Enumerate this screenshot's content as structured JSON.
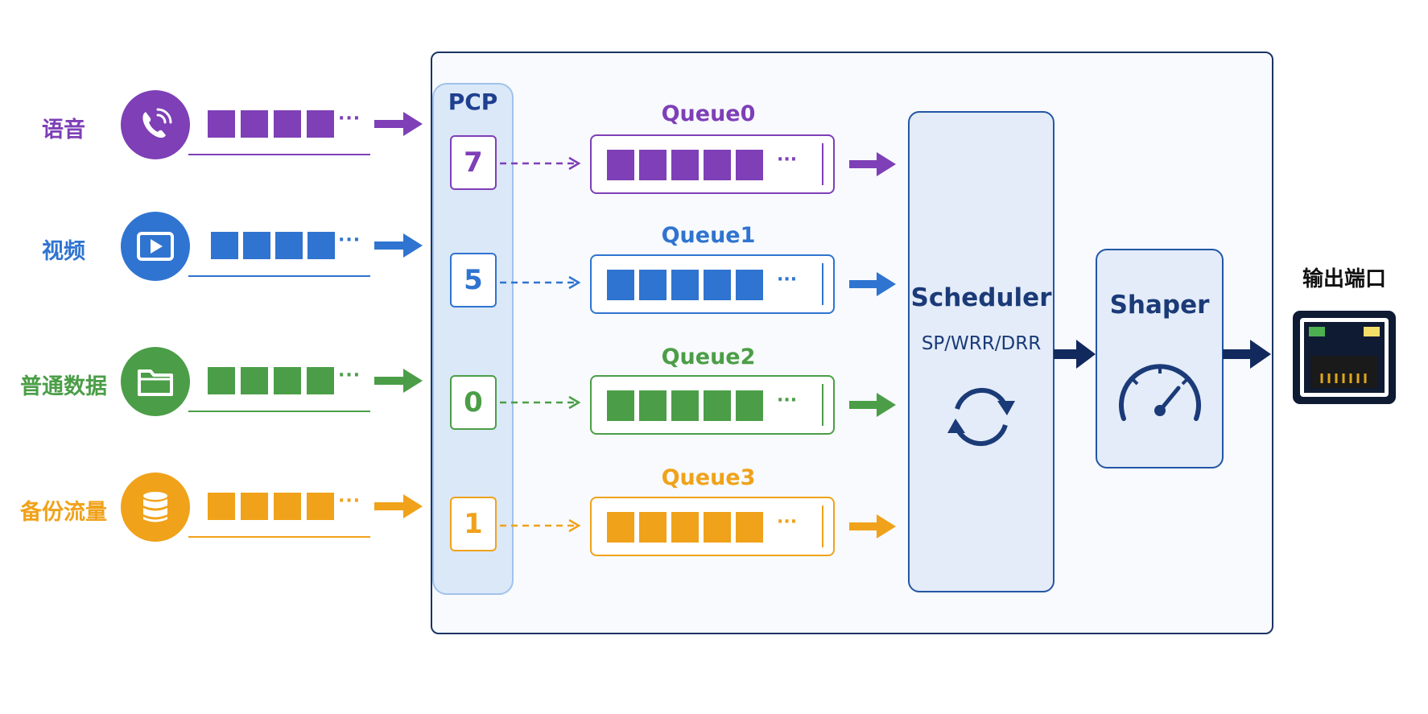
{
  "flows": [
    {
      "label": "语音",
      "color": "#7e3fb7",
      "icon": "phone-call-icon",
      "ellipsis": "···"
    },
    {
      "label": "视频",
      "color": "#2f74d0",
      "icon": "video-play-icon",
      "ellipsis": "···"
    },
    {
      "label": "普通数据",
      "color": "#4b9e47",
      "icon": "folder-icon",
      "ellipsis": "···"
    },
    {
      "label": "备份流量",
      "color": "#f0a21a",
      "icon": "database-icon",
      "ellipsis": "···"
    }
  ],
  "pcp": {
    "title": "PCP",
    "values": [
      "7",
      "5",
      "0",
      "1"
    ]
  },
  "queues": [
    {
      "title": "Queue0",
      "ellipsis": "···"
    },
    {
      "title": "Queue1",
      "ellipsis": "···"
    },
    {
      "title": "Queue2",
      "ellipsis": "···"
    },
    {
      "title": "Queue3",
      "ellipsis": "···"
    }
  ],
  "scheduler": {
    "title": "Scheduler",
    "subtitle": "SP/WRR/DRR",
    "icon": "refresh-cycle-icon"
  },
  "shaper": {
    "title": "Shaper",
    "icon": "speedometer-icon"
  },
  "output": {
    "label": "输出端口",
    "icon": "ethernet-port-icon"
  },
  "colors": {
    "frame": "#1c3464",
    "accent": "#1b3a78",
    "pcp_bg": "#dbe8f8",
    "pcp_border": "#9fc3ec"
  }
}
